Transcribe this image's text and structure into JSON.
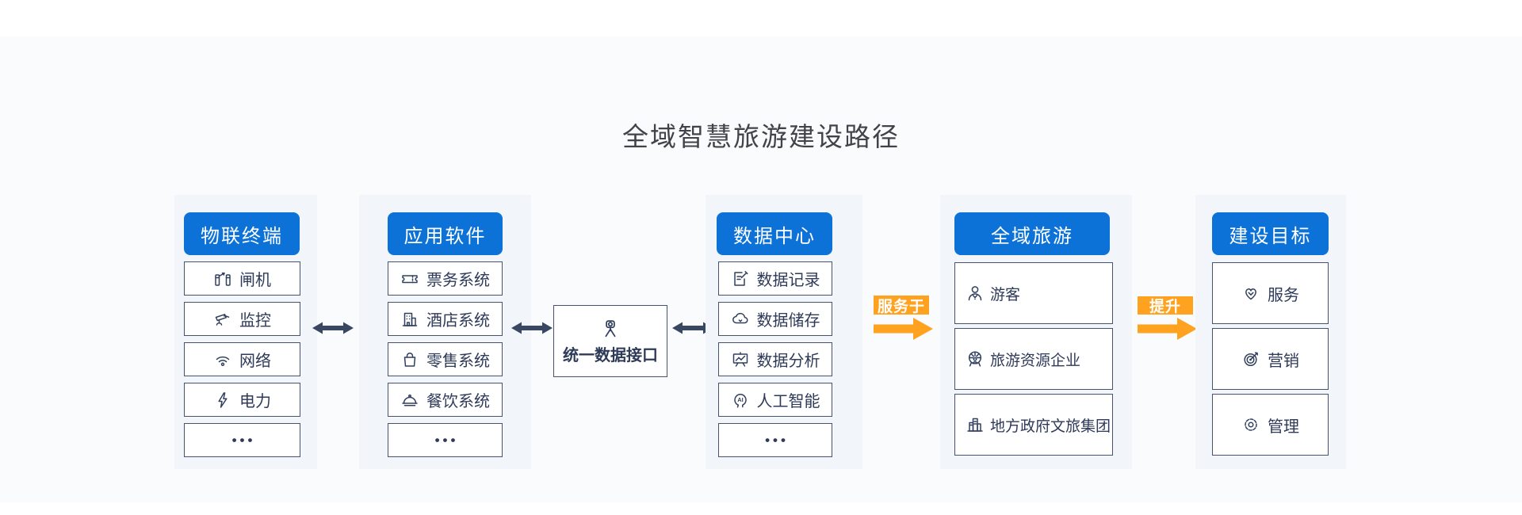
{
  "title": "全域智慧旅游建设路径",
  "columns": [
    {
      "header": "物联终端",
      "items": [
        {
          "icon": "gate",
          "label": "闸机"
        },
        {
          "icon": "cctv",
          "label": "监控"
        },
        {
          "icon": "wifi",
          "label": "网络"
        },
        {
          "icon": "lightning",
          "label": "电力"
        },
        {
          "icon": "ellipsis",
          "label": "•••"
        }
      ]
    },
    {
      "header": "应用软件",
      "items": [
        {
          "icon": "ticket",
          "label": "票务系统"
        },
        {
          "icon": "hotel",
          "label": "酒店系统"
        },
        {
          "icon": "shopping-bag",
          "label": "零售系统"
        },
        {
          "icon": "food-cloche",
          "label": "餐饮系统"
        },
        {
          "icon": "ellipsis",
          "label": "•••"
        }
      ]
    },
    {
      "header": "数据中心",
      "items": [
        {
          "icon": "document-edit",
          "label": "数据记录"
        },
        {
          "icon": "cloud-storage",
          "label": "数据储存"
        },
        {
          "icon": "chart-board",
          "label": "数据分析"
        },
        {
          "icon": "ai-head",
          "label": "人工智能"
        },
        {
          "icon": "ellipsis",
          "label": "•••"
        }
      ]
    },
    {
      "header": "全域旅游",
      "items": [
        {
          "icon": "tourist",
          "label": "游客"
        },
        {
          "icon": "ferris-wheel",
          "label": "旅游资源企业"
        },
        {
          "icon": "city-buildings",
          "label": "地方政府文旅集团"
        }
      ]
    },
    {
      "header": "建设目标",
      "items": [
        {
          "icon": "heart",
          "label": "服务"
        },
        {
          "icon": "target",
          "label": "营销"
        },
        {
          "icon": "gear",
          "label": "管理"
        }
      ]
    }
  ],
  "center_box": {
    "label": "统一数据接口",
    "icon": "camera-tripod"
  },
  "connectors": {
    "serve_label": "服务于",
    "improve_label": "提升"
  },
  "colors": {
    "header_blue": "#0d72d8",
    "navy": "#2e3a58",
    "orange": "#ffa21f",
    "panel_bg": "#f2f6fa",
    "page_bg": "#fafbfd"
  }
}
